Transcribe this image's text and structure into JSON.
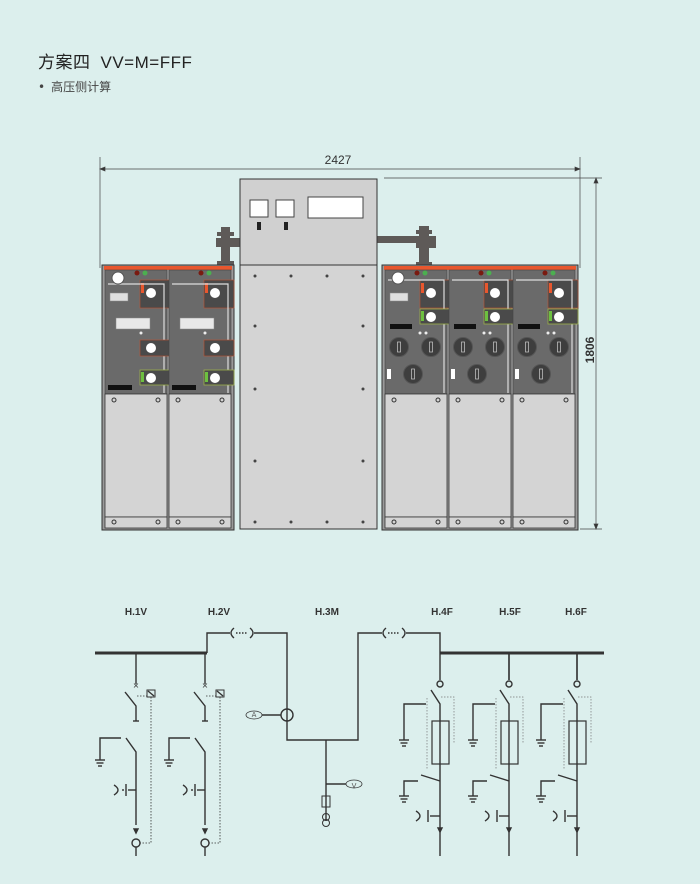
{
  "header": {
    "title_cn": "方案四",
    "title_code": "VV=M=FFF",
    "subtitle": "高压侧计算",
    "bullet": "•"
  },
  "drawing": {
    "width_dim": "2427",
    "height_dim": "1806",
    "colors": {
      "background": "#dcefed",
      "panel_dark": "#6a6a6a",
      "panel_light": "#d4d4d4",
      "accent_orange": "#e8572e",
      "green": "#4caf50"
    }
  },
  "schematic": {
    "units": [
      {
        "label": "H.1V",
        "type": "V"
      },
      {
        "label": "H.2V",
        "type": "V"
      },
      {
        "label": "H.3M",
        "type": "M"
      },
      {
        "label": "H.4F",
        "type": "F"
      },
      {
        "label": "H.5F",
        "type": "F"
      },
      {
        "label": "H.6F",
        "type": "F"
      }
    ],
    "meter_ammeter": "A",
    "meter_voltmeter": "V"
  }
}
